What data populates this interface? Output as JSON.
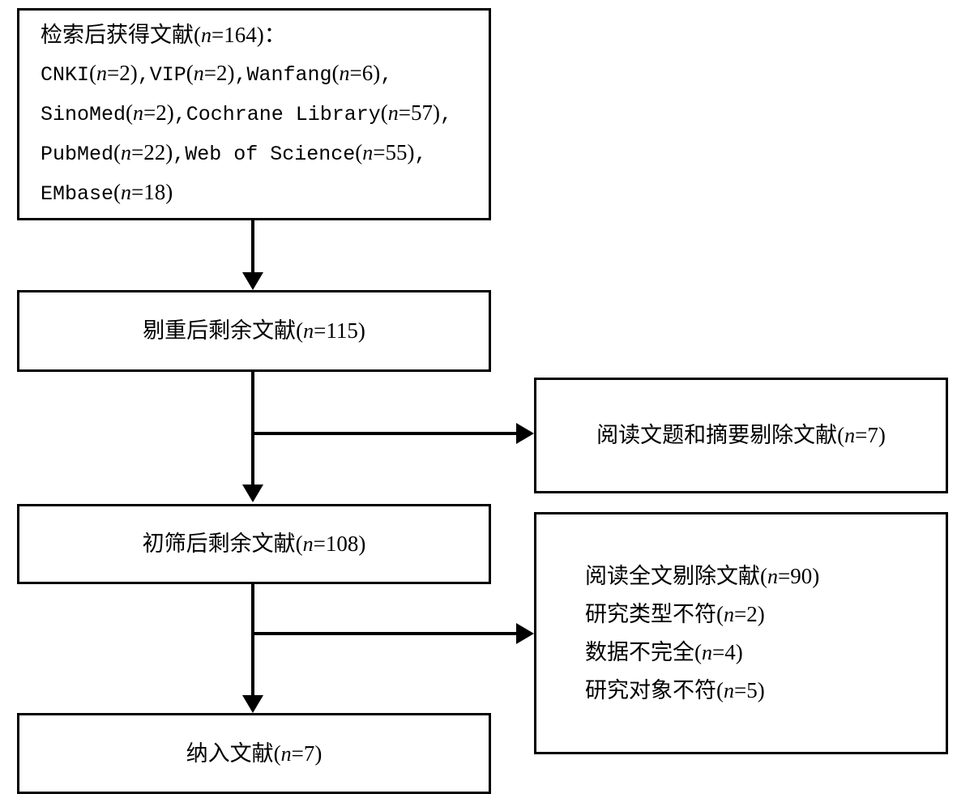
{
  "diagram": {
    "title": "PRISMA literature screening flow chart",
    "type": "flowchart",
    "colors": {
      "stroke": "#000000",
      "fill": "#ffffff",
      "text": "#000000"
    }
  },
  "boxes": {
    "search": {
      "name": "records-identified-box",
      "lines": [
        {
          "text": "检索后获得文献(n=164)：",
          "script": "cjk"
        },
        {
          "text": "CNKI(n=2),VIP(n=2),Wanfang(n=6),",
          "script": "mono"
        },
        {
          "text": "SinoMed(n=2),Cochrane Library(n=57),",
          "script": "mono"
        },
        {
          "text": "PubMed(n=22),Web of Science(n=55),",
          "script": "mono"
        },
        {
          "text": "EMbase(n=18)",
          "script": "mono"
        }
      ]
    },
    "dedup": {
      "name": "records-after-duplicates-removed-box",
      "lines": [
        {
          "text": "剔重后剩余文献(n=115)",
          "script": "cjk"
        }
      ]
    },
    "screen": {
      "name": "records-after-title-abstract-screening-box",
      "lines": [
        {
          "text": "初筛后剩余文献(n=108)",
          "script": "cjk"
        }
      ]
    },
    "included": {
      "name": "studies-included-box",
      "lines": [
        {
          "text": "纳入文献(n=7)",
          "script": "cjk"
        }
      ]
    },
    "excluded_title_abstract": {
      "name": "excluded-after-title-abstract-box",
      "lines": [
        {
          "text": "阅读文题和摘要剔除文献(n=7)",
          "script": "cjk"
        }
      ]
    },
    "excluded_fulltext": {
      "name": "excluded-after-fulltext-box",
      "lines": [
        {
          "text": "阅读全文剔除文献(n=90)",
          "script": "cjk"
        },
        {
          "text": "研究类型不符(n=2)",
          "script": "cjk"
        },
        {
          "text": "数据不完全(n=4)",
          "script": "cjk"
        },
        {
          "text": "研究对象不符(n=5)",
          "script": "cjk"
        }
      ]
    }
  },
  "counts": {
    "identified_total": 164,
    "sources": [
      {
        "name": "CNKI",
        "n": 2
      },
      {
        "name": "VIP",
        "n": 2
      },
      {
        "name": "Wanfang",
        "n": 6
      },
      {
        "name": "SinoMed",
        "n": 2
      },
      {
        "name": "Cochrane Library",
        "n": 57
      },
      {
        "name": "PubMed",
        "n": 22
      },
      {
        "name": "Web of Science",
        "n": 55
      },
      {
        "name": "EMbase",
        "n": 18
      }
    ],
    "after_deduplication": 115,
    "excluded_title_abstract": 7,
    "after_screening": 108,
    "excluded_fulltext_total": 90,
    "excluded_fulltext_reasons": [
      {
        "reason": "研究类型不符",
        "n": 2
      },
      {
        "reason": "数据不完全",
        "n": 4
      },
      {
        "reason": "研究对象不符",
        "n": 5
      }
    ],
    "included": 7
  },
  "connectors": [
    {
      "name": "arrow-search-to-dedup",
      "direction": "down"
    },
    {
      "name": "arrow-dedup-to-screen",
      "direction": "down"
    },
    {
      "name": "arrow-dedup-to-excluded-title-abstract",
      "direction": "right"
    },
    {
      "name": "arrow-screen-to-included",
      "direction": "down"
    },
    {
      "name": "arrow-screen-to-excluded-fulltext",
      "direction": "right"
    }
  ]
}
